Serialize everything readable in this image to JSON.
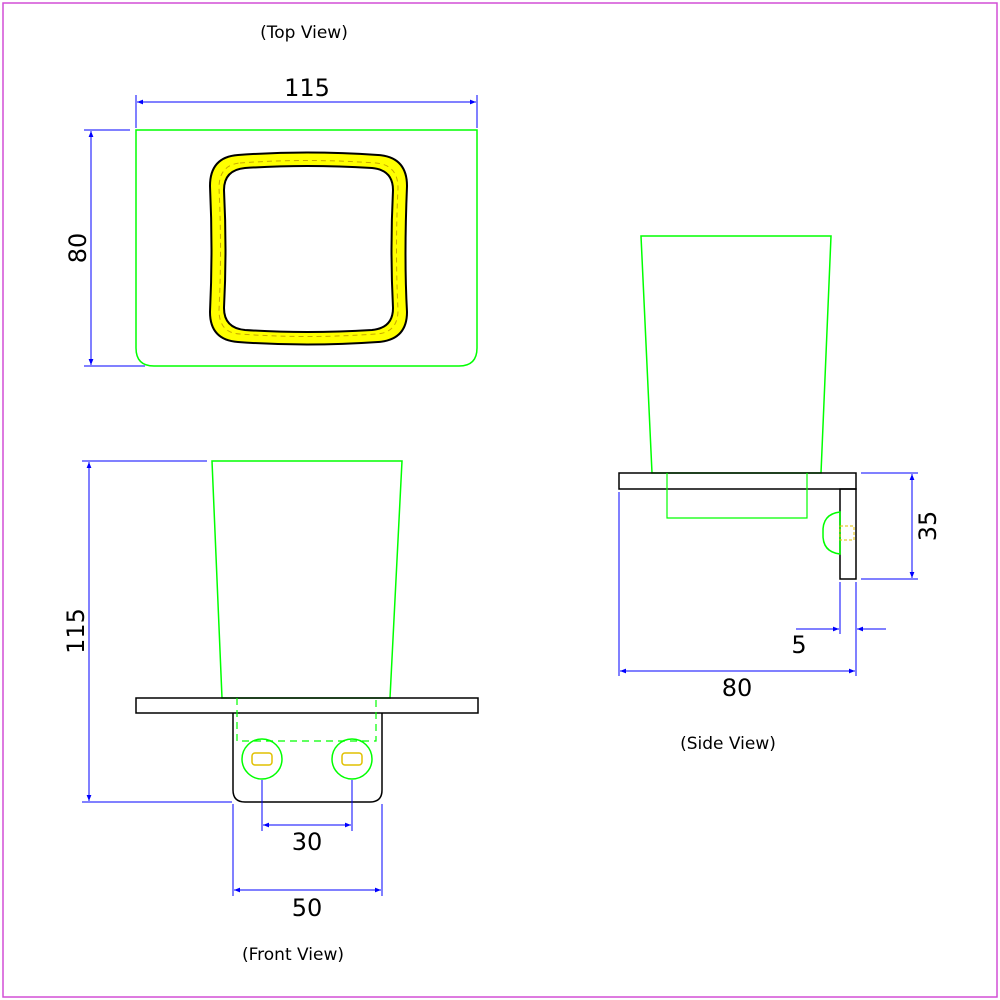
{
  "views": {
    "top": {
      "title": "(Top View)",
      "dims": {
        "width": "115",
        "depth": "80"
      }
    },
    "front": {
      "title": "(Front View)",
      "dims": {
        "height": "115",
        "hole_spacing": "30",
        "base_width": "50"
      }
    },
    "side": {
      "title": "(Side View)",
      "dims": {
        "plate_height": "35",
        "plate_thickness": "5",
        "depth": "80"
      }
    }
  },
  "colors": {
    "border": "#d24fd6",
    "outline": "#00ff00",
    "dimension": "#0000ff",
    "part": "#000000",
    "accent": "#ffff00"
  }
}
